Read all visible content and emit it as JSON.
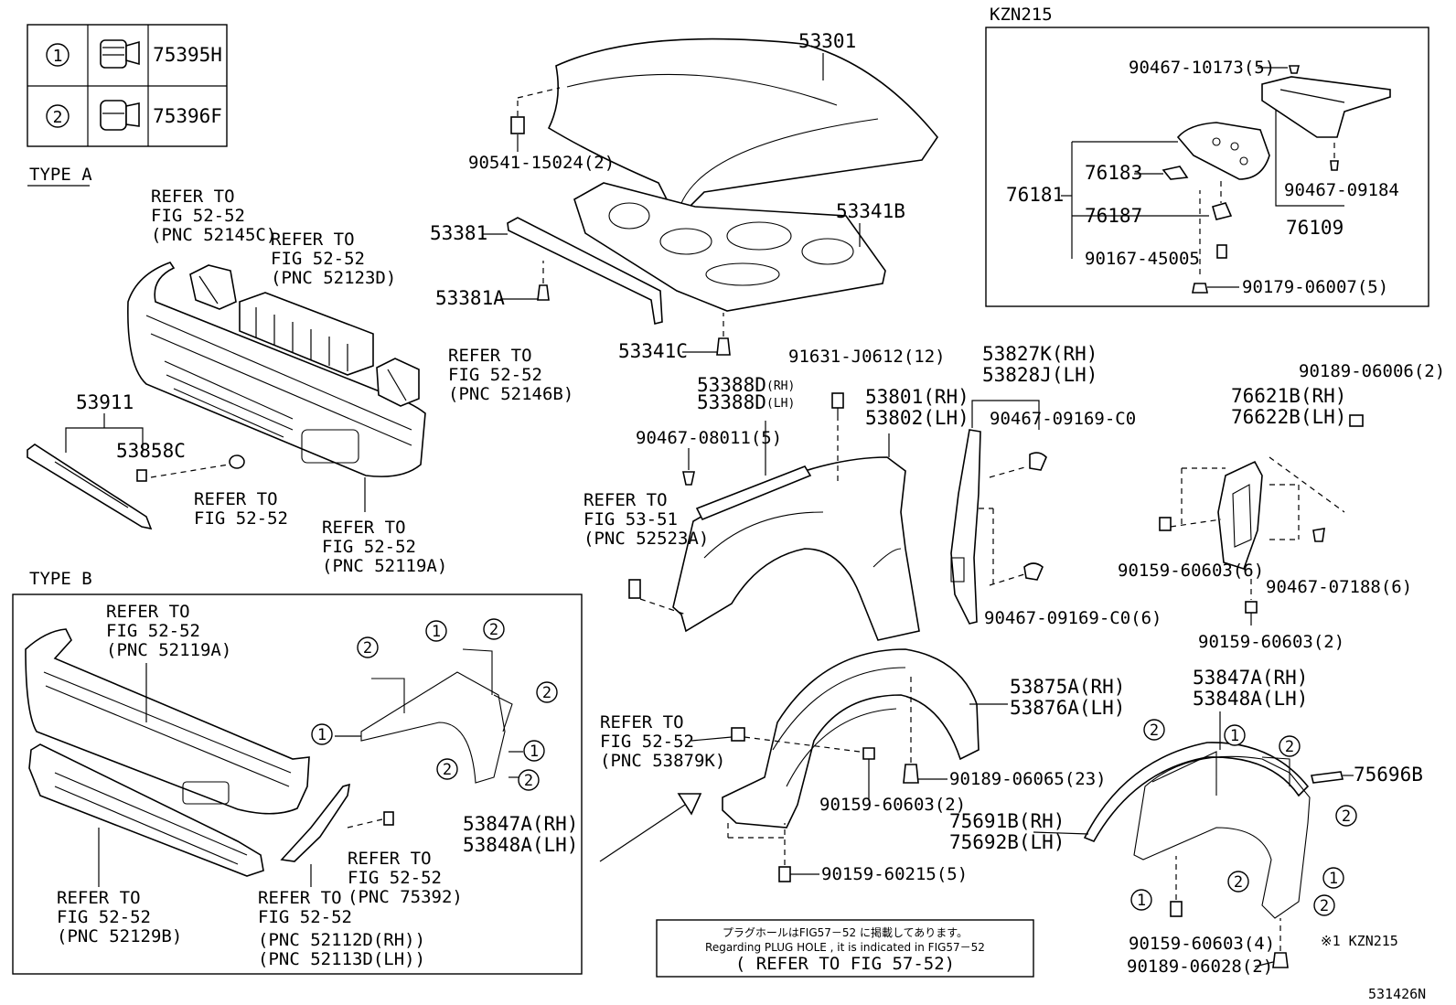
{
  "legend": {
    "rows": [
      {
        "marker": "1",
        "part": "75395H"
      },
      {
        "marker": "2",
        "part": "75396F"
      }
    ]
  },
  "type_a_label": "TYPE A",
  "type_b_label": "TYPE B",
  "kzn_label": "KZN215",
  "labels": {
    "p53301": "53301",
    "p90541": "90541-15024(2)",
    "p53381": "53381",
    "p53341b": "53341B",
    "p53381a": "53381A",
    "p53341c": "53341C",
    "p91631": "91631-J0612(12)",
    "p53388d_1": "53388D",
    "p53388d_1_side": "(RH)",
    "p53388d_2": "53388D",
    "p53388d_2_side": "(LH)",
    "p90467_08011": "90467-08011(5)",
    "p53801": "53801(RH)",
    "p53802": "53802(LH)",
    "p53827k": "53827K(RH)",
    "p53828j": "53828J(LH)",
    "p90467_09169a": "90467-09169-C0",
    "p90467_09169b": "90467-09169-C0(6)",
    "p90189_06006": "90189-06006(2)",
    "p76621b": "76621B(RH)",
    "p76622b": "76622B(LH)",
    "p90159_60603_6": "90159-60603(6)",
    "p90467_07188": "90467-07188(6)",
    "p90159_60603_2a": "90159-60603(2)",
    "p90467_10173": "90467-10173(5)",
    "p76183": "76183",
    "p76181": "76181",
    "p76187": "76187",
    "p90467_09184": "90467-09184",
    "p76109": "76109",
    "p90167": "90167-45005",
    "p90179": "90179-06007(5)",
    "p53911": "53911",
    "p53858c": "53858C",
    "p53875a": "53875A(RH)",
    "p53876a": "53876A(LH)",
    "p90189_06065": "90189-06065(23)",
    "p90159_60603_2b": "90159-60603(2)",
    "p90159_60215": "90159-60215(5)",
    "p53847a_1": "53847A(RH)",
    "p53848a_1": "53848A(LH)",
    "p53847a_2": "53847A(RH)",
    "p53848a_2": "53848A(LH)",
    "p75696b": "75696B",
    "p75691b": "75691B(RH)",
    "p75692b": "75692B(LH)",
    "p90159_60603_4": "90159-60603(4)",
    "p90189_06028": "90189-06028(2)",
    "kzn_note": "※1 KZN215",
    "fig_code": "531426N"
  },
  "refs": {
    "r1": [
      "REFER TO",
      "FIG 52-52",
      "(PNC 52145C)"
    ],
    "r2": [
      "REFER TO",
      "FIG 52-52",
      "(PNC 52123D)"
    ],
    "r3": [
      "REFER TO",
      "FIG 52-52",
      "(PNC 52146B)"
    ],
    "r4": [
      "REFER TO",
      "FIG 52-52"
    ],
    "r5": [
      "REFER TO",
      "FIG 52-52",
      "(PNC 52119A)"
    ],
    "r6": [
      "REFER TO",
      "FIG 53-51",
      "(PNC 52523A)"
    ],
    "r7": [
      "REFER TO",
      "FIG 52-52",
      "(PNC 52119A)"
    ],
    "r8": [
      "REFER TO",
      "FIG 52-52",
      "(PNC 52129B)"
    ],
    "r9": [
      "REFER TO",
      "FIG 52-52",
      "(PNC 52112D(RH))",
      "(PNC 52113D(LH))"
    ],
    "r10": [
      "REFER TO",
      "FIG 52-52",
      "(PNC 75392)"
    ],
    "r11": [
      "REFER TO",
      "FIG 52-52",
      "(PNC 53879K)"
    ]
  },
  "markers": {
    "m1": "2",
    "m2": "1",
    "m3": "2",
    "m4": "2",
    "m5": "1",
    "m6": "2",
    "m7": "1",
    "m8": "2",
    "m9": "2",
    "m10": "1",
    "m11": "2",
    "m12": "2",
    "m13": "2",
    "m14": "1",
    "m15": "1",
    "m16": "2"
  },
  "note": {
    "line1": "プラグホールはFIG57－52 に掲載してあります。",
    "line2": "Regarding PLUG HOLE , it is indicated in FIG57－52",
    "line3": "( REFER TO FIG 57-52)"
  }
}
